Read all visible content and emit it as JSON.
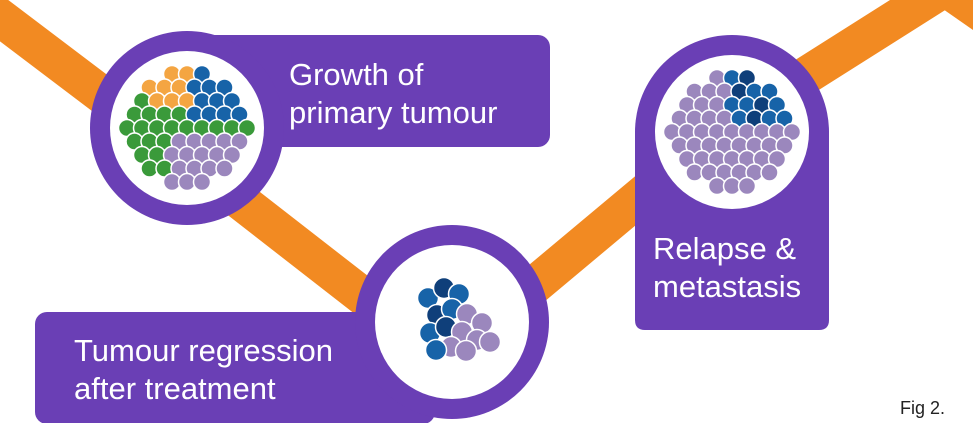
{
  "colors": {
    "path": "#f28a22",
    "panel": "#6a3fb5",
    "ring_bg": "#ffffff",
    "cell_green": "#3a9a3a",
    "cell_orange": "#f4a542",
    "cell_blue": "#1763a8",
    "cell_blue_dark": "#0f3f7a",
    "cell_lilac": "#9b87bd",
    "cell_outline": "#ffffff"
  },
  "stages": [
    {
      "line1": "Growth of",
      "line2": "primary tumour"
    },
    {
      "line1": "Tumour regression",
      "line2": "after treatment"
    },
    {
      "line1": "Relapse &",
      "line2": "metastasis"
    }
  ],
  "figure_label": "Fig 2."
}
